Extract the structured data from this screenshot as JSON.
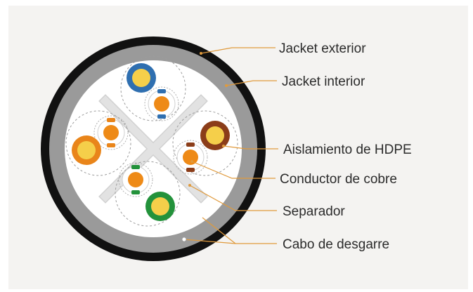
{
  "labels": {
    "outer_jacket": "Jacket exterior",
    "inner_jacket": "Jacket interior",
    "hdpe_insulation": "Aislamiento de HDPE",
    "copper_conductor": "Conductor de cobre",
    "separator": "Separador",
    "ripcord": "Cabo de desgarre"
  },
  "colors": {
    "panel_background": "#f4f3f1",
    "outer_jacket": "#111111",
    "inner_jacket": "#9a9a9a",
    "core_fill": "#ffffff",
    "copper": "#ee8a17",
    "copper_core": "#f5cf4a",
    "blue_pair": "#2f6fb0",
    "orange_pair": "#e9851a",
    "brown_pair": "#8b3d19",
    "green_pair": "#23923b",
    "leader_line": "#e09a3c",
    "separator": "#e2e2e2"
  },
  "pairs": [
    "blue",
    "orange",
    "brown",
    "green"
  ]
}
